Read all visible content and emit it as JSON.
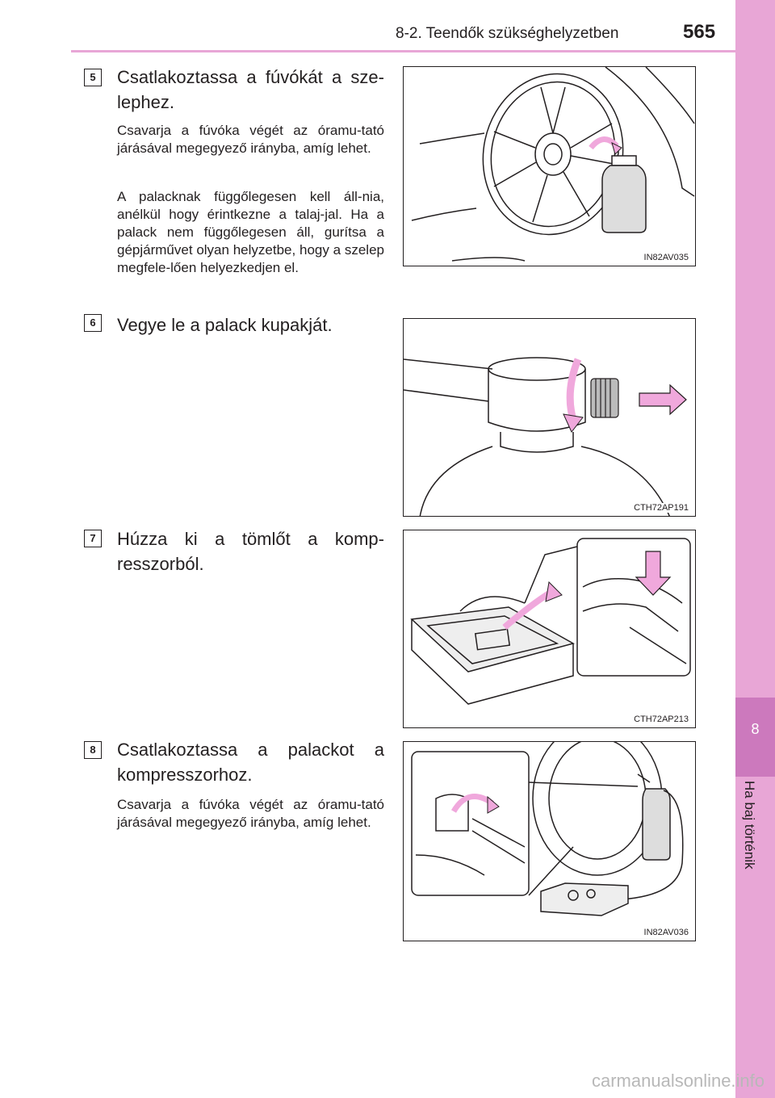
{
  "header": {
    "section_title": "8-2. Teendők szükséghelyzetben",
    "page_number": "565"
  },
  "sidebar": {
    "chapter_number": "8",
    "chapter_title": "Ha baj történik"
  },
  "steps": [
    {
      "number": "5",
      "title": "Csatlakoztassa a fúvókát a sze-lephez.",
      "paragraphs": [
        "Csavarja a fúvóka végét az óramu-tató járásával megegyező irányba, amíg lehet.",
        "A palacknak függőlegesen kell áll-nia, anélkül hogy érintkezne a talaj-jal. Ha a palack nem függőlegesen áll, gurítsa a gépjárművet olyan helyzetbe, hogy a szelep megfele-lően helyezkedjen el."
      ],
      "figure_code": "IN82AV035"
    },
    {
      "number": "6",
      "title": "Vegye le a palack kupakját.",
      "figure_code": "CTH72AP191"
    },
    {
      "number": "7",
      "title": "Húzza ki a tömlőt a komp-resszorból.",
      "figure_code": "CTH72AP213"
    },
    {
      "number": "8",
      "title": "Csatlakoztassa a palackot a kompresszorhoz.",
      "paragraphs": [
        "Csavarja a fúvóka végét az óramu-tató járásával megegyező irányba, amíg lehet."
      ],
      "figure_code": "IN82AV036"
    }
  ],
  "watermark": "carmanualsonline.info",
  "colors": {
    "sidebar": "#e8a6d6",
    "sidebar_active": "#cc79bd",
    "arrow_pink": "#f0a8dc"
  }
}
